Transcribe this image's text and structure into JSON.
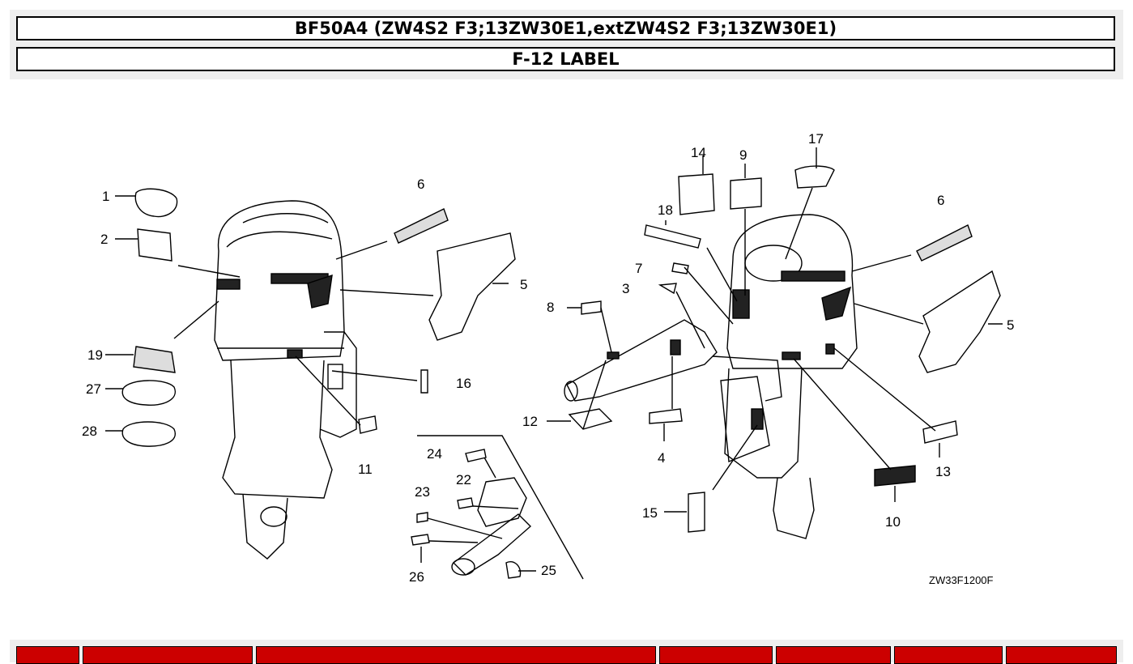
{
  "header": {
    "model": "BF50A4 (ZW4S2 F3;13ZW30E1,extZW4S2 F3;13ZW30E1)",
    "section": "F-12 LABEL"
  },
  "diagram": {
    "code": "ZW33F1200F",
    "callouts": [
      "1",
      "2",
      "3",
      "4",
      "5",
      "5",
      "6",
      "6",
      "7",
      "8",
      "9",
      "10",
      "11",
      "12",
      "13",
      "14",
      "15",
      "16",
      "17",
      "18",
      "19",
      "22",
      "23",
      "24",
      "25",
      "26",
      "27",
      "28"
    ]
  },
  "table": {
    "header_color": "#cc0000",
    "columns": 7
  }
}
